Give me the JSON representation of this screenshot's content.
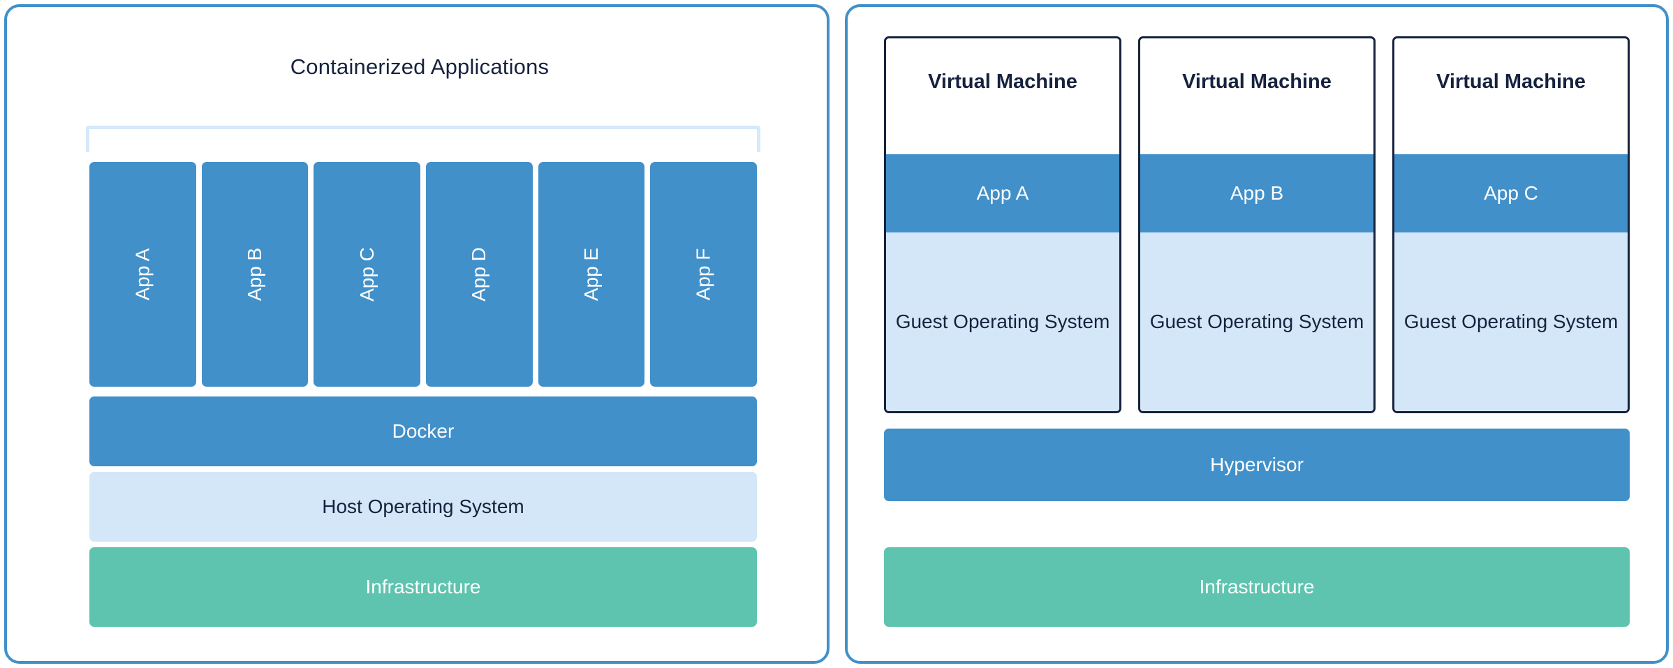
{
  "theme": {
    "panel_border": "#4190ca",
    "accent_blue": "#4190ca",
    "light_blue": "#d4e7f8",
    "bracket_blue": "#d6e9f9",
    "green": "#5fc4af",
    "navy_text": "#16223e",
    "vm_border": "#17223d",
    "white": "#ffffff"
  },
  "containers_panel": {
    "title": "Containerized Applications",
    "apps": [
      {
        "label": "App A"
      },
      {
        "label": "App B"
      },
      {
        "label": "App C"
      },
      {
        "label": "App D"
      },
      {
        "label": "App E"
      },
      {
        "label": "App F"
      }
    ],
    "layers": [
      {
        "label": "Docker"
      },
      {
        "label": "Host Operating System"
      },
      {
        "label": "Infrastructure"
      }
    ]
  },
  "vms_panel": {
    "vms": [
      {
        "title": "Virtual Machine",
        "app": "App A",
        "guest_os": "Guest Operating System"
      },
      {
        "title": "Virtual Machine",
        "app": "App B",
        "guest_os": "Guest Operating System"
      },
      {
        "title": "Virtual Machine",
        "app": "App C",
        "guest_os": "Guest Operating System"
      }
    ],
    "layers": [
      {
        "label": "Hypervisor"
      },
      {
        "label": "Infrastructure"
      }
    ]
  }
}
